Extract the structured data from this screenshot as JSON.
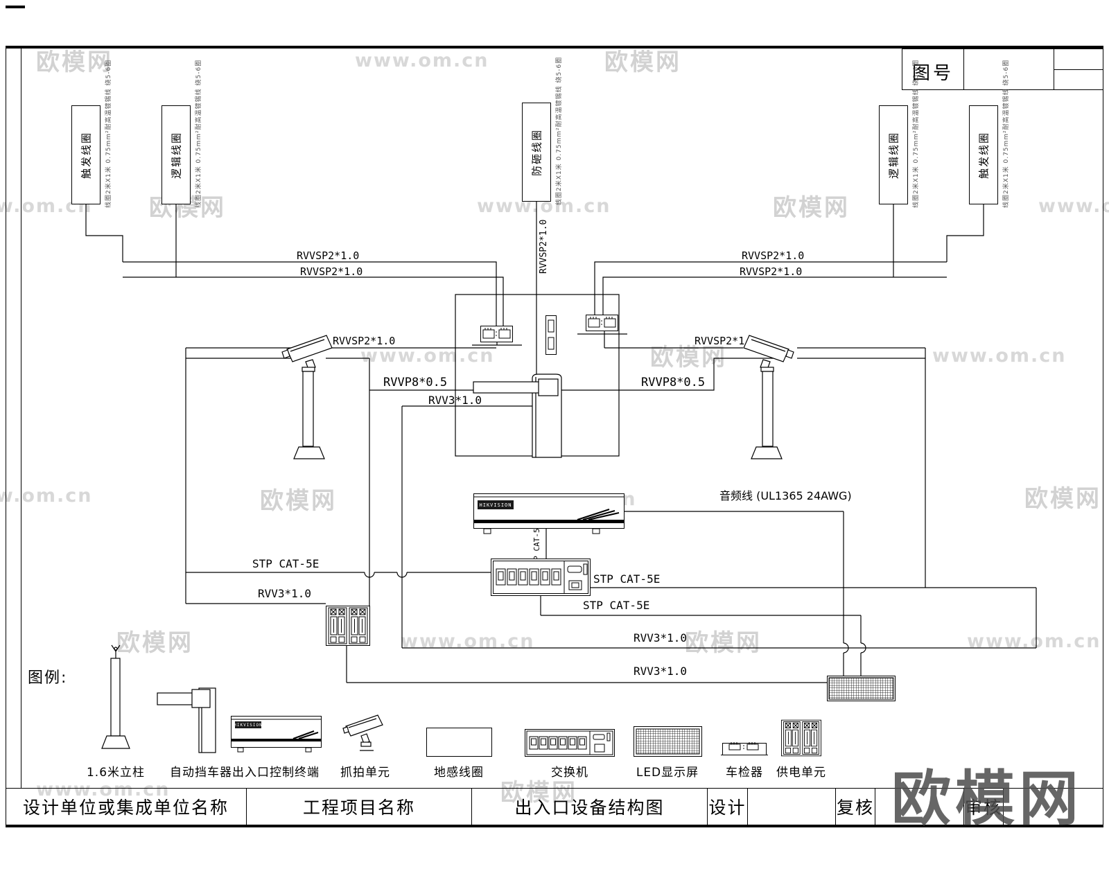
{
  "watermark": {
    "brand": "欧模网",
    "url": "www.om.cn"
  },
  "drawing_no": {
    "label": "图号"
  },
  "coils": [
    {
      "name": "触发线圈"
    },
    {
      "name": "逻辑线圈"
    },
    {
      "name": "防砸线圈"
    },
    {
      "name": "逻辑线圈"
    },
    {
      "name": "触发线圈"
    }
  ],
  "coil_spec": "线圈2米X1米 0.75mm²耐高温镀锡线 绕5-6圈",
  "wires": {
    "rvvsp2": "RVVSP2*1.0",
    "rvvp8": "RVVP8*0.5",
    "rvv3": "RVV3*1.0",
    "stp": "STP CAT-5E",
    "audio": "音频线 (UL1365 24AWG)"
  },
  "brand_logo": "HIKVISION",
  "legend": {
    "title": "图例:",
    "items": [
      "1.6米立柱",
      "自动挡车器",
      "出入口控制终端",
      "抓拍单元",
      "地感线圈",
      "交换机",
      "LED显示屏",
      "车检器",
      "供电单元"
    ]
  },
  "title_block": {
    "design_org": "设计单位或集成单位名称",
    "project": "工程项目名称",
    "drawing_title": "出入口设备结构图",
    "design": "设计",
    "review": "复核",
    "audit": "审核"
  }
}
